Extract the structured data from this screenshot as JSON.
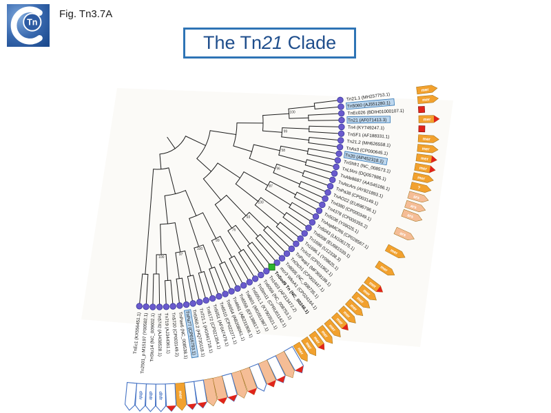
{
  "header": {
    "fig_label": "Fig. Tn3.7A"
  },
  "logo": {
    "tn": "Tn"
  },
  "title": {
    "pre": "The Tn",
    "italic": "21",
    "post": " Clade"
  },
  "tree": {
    "tip_color": "#6A5ACD",
    "square_color": "#2EB52E",
    "highlight_fill": "#BDD7EE",
    "highlight_border": "#2E74B5",
    "colors": {
      "mer": "#F2A12E",
      "ars": "#F5BD96",
      "red": "#E0241B",
      "outline": "#4472C4"
    },
    "support_values": [
      "100",
      "99",
      "58",
      "96",
      "87",
      "100",
      "93",
      "76",
      "99",
      "100",
      "97",
      "100"
    ],
    "taxa": [
      {
        "label": "Tn21.1 (MH257753.1)",
        "highlight": false,
        "bold": false,
        "marker": "circle",
        "cargo": {
          "kind": "mer",
          "label": "mer",
          "red_tip": false
        }
      },
      {
        "label": "Tn5060 (AJ551280.1)",
        "highlight": true,
        "bold": false,
        "marker": "circle",
        "cargo": {
          "kind": "mer",
          "label": "mer",
          "red_tip": false
        }
      },
      {
        "label": "TnEc026 (BDIH01000107.1)",
        "highlight": false,
        "bold": false,
        "marker": "circle",
        "cargo": {
          "kind": "red-box",
          "label": "",
          "red_tip": false
        }
      },
      {
        "label": "Tn21 (AF071413.3)",
        "highlight": true,
        "bold": false,
        "marker": "circle",
        "cargo": {
          "kind": "mer",
          "label": "mer",
          "red_tip": true
        }
      },
      {
        "label": "Tn4 (KY749247.1)",
        "highlight": false,
        "bold": false,
        "marker": "circle",
        "cargo": {
          "kind": "red-box",
          "label": "",
          "red_tip": false
        }
      },
      {
        "label": "TnSF1 (AF188331.1)",
        "highlight": false,
        "bold": false,
        "marker": "circle",
        "cargo": {
          "kind": "mer",
          "label": "mer",
          "red_tip": false
        }
      },
      {
        "label": "Tn21.2 (MH626558.1)",
        "highlight": false,
        "bold": false,
        "marker": "circle",
        "cargo": {
          "kind": "mer",
          "label": "mer",
          "red_tip": false
        }
      },
      {
        "label": "TnAs3 (CP000645.1)",
        "highlight": false,
        "bold": false,
        "marker": "circle",
        "cargo": {
          "kind": "mer",
          "label": "mer",
          "red_tip": true
        }
      },
      {
        "label": "Tn20 (AP452318.1)",
        "highlight": true,
        "bold": false,
        "marker": "circle",
        "cargo": {
          "kind": "mer",
          "label": "mer",
          "red_tip": true
        }
      },
      {
        "label": "TnShfr1 (NC_008573.1)",
        "highlight": false,
        "bold": false,
        "marker": "circle",
        "cargo": {
          "kind": "mer",
          "label": "mer",
          "red_tip": false
        }
      },
      {
        "label": "TnLfArs (DQ057986.1)",
        "highlight": false,
        "bold": false,
        "marker": "circle",
        "cargo": {
          "kind": "question",
          "label": "?",
          "red_tip": false
        }
      },
      {
        "label": "TnAfe8687 (AAS45186.1)",
        "highlight": false,
        "bold": false,
        "marker": "circle",
        "cargo": {
          "kind": "ars",
          "label": "ars",
          "red_tip": false
        }
      },
      {
        "label": "TnAtcArs (AY821893.1)",
        "highlight": false,
        "bold": false,
        "marker": "circle",
        "cargo": {
          "kind": "ars",
          "label": "ars",
          "red_tip": false
        }
      },
      {
        "label": "TnPa38 (CP003149.1)",
        "highlight": false,
        "bold": false,
        "marker": "circle",
        "cargo": {
          "kind": "ars",
          "label": "ars",
          "red_tip": false
        }
      },
      {
        "label": "TnAO22 (EU696796.1)",
        "highlight": false,
        "bold": false,
        "marker": "circle",
        "cargo": {
          "kind": "none",
          "label": "",
          "red_tip": false
        }
      },
      {
        "label": "Tn4380 (CP000349.1)",
        "highlight": false,
        "bold": false,
        "marker": "circle",
        "cargo": {
          "kind": "ars",
          "label": "ars",
          "red_tip": false
        }
      },
      {
        "label": "Tn4378 (CP000355.2)",
        "highlight": false,
        "bold": false,
        "marker": "circle",
        "cargo": {
          "kind": "none",
          "label": "",
          "red_tip": false
        }
      },
      {
        "label": "Tn5036 (Y09025.1)",
        "highlight": false,
        "bold": false,
        "marker": "circle",
        "cargo": {
          "kind": "mer",
          "label": "mer",
          "red_tip": false
        }
      },
      {
        "label": "TnAspMCR6 (CP028567.1)",
        "highlight": false,
        "bold": false,
        "marker": "circle",
        "cargo": {
          "kind": "none",
          "label": "",
          "red_tip": false
        }
      },
      {
        "label": "Tn5043 (LN106175.1)",
        "highlight": false,
        "bold": false,
        "marker": "circle",
        "cargo": {
          "kind": "mer",
          "label": "mer",
          "red_tip": false
        }
      },
      {
        "label": "Tn6008 (EU981539.1)",
        "highlight": false,
        "bold": false,
        "marker": "circle",
        "cargo": {
          "kind": "none",
          "label": "",
          "red_tip": false
        }
      },
      {
        "label": "Tn1696 (U12338.3)",
        "highlight": false,
        "bold": false,
        "marker": "circle",
        "cargo": {
          "kind": "mer",
          "label": "mer",
          "red_tip": true
        }
      },
      {
        "label": "Tn1696.1 (Y09825.1)",
        "highlight": false,
        "bold": false,
        "marker": "circle",
        "cargo": {
          "kind": "mer",
          "label": "mer",
          "red_tip": false
        }
      },
      {
        "label": "TnXc5 (CP011962.1)",
        "highlight": false,
        "bold": false,
        "marker": "circle",
        "cargo": {
          "kind": "mer",
          "label": "mer",
          "red_tip": false
        }
      },
      {
        "label": "TnPasp1 (MF369199.1)",
        "highlight": false,
        "bold": false,
        "marker": "circle",
        "cargo": {
          "kind": "mer",
          "label": "mer",
          "red_tip": false
        }
      },
      {
        "label": "TnOtch1 (CP002447.1)",
        "highlight": false,
        "bold": false,
        "marker": "circle",
        "cargo": {
          "kind": "mer",
          "label": "mer",
          "red_tip": false
        }
      },
      {
        "label": "Tn6005 (NC_008735.1)",
        "highlight": false,
        "bold": false,
        "marker": "circle",
        "cargo": {
          "kind": "mer",
          "label": "mer",
          "red_tip": true
        }
      },
      {
        "label": "mcr3 WksA1 (CP024164.1)",
        "highlight": false,
        "bold": false,
        "marker": "circle",
        "cargo": {
          "kind": "mer",
          "label": "mer",
          "red_tip": false
        }
      },
      {
        "label": "TnSod9 Tn (NC_00246.1)",
        "highlight": false,
        "bold": true,
        "marker": "square",
        "cargo": {
          "kind": "mer",
          "label": "mer",
          "red_tip": false
        }
      },
      {
        "label": "Tn1403 (AF313472.2)",
        "highlight": false,
        "bold": false,
        "marker": "circle",
        "cargo": {
          "kind": "mer",
          "label": "mer",
          "red_tip": true
        }
      },
      {
        "label": "Tn6059 (NC_008753.1)",
        "highlight": false,
        "bold": false,
        "marker": "circle",
        "cargo": {
          "kind": "mer",
          "label": "mer",
          "red_tip": false
        }
      },
      {
        "label": "TnStm11 (CPRU01142.1)",
        "highlight": false,
        "bold": false,
        "marker": "circle",
        "cargo": {
          "kind": "mer",
          "label": "mer",
          "red_tip": false
        }
      },
      {
        "label": "Tn5051.1 (KY903521.1)",
        "highlight": false,
        "bold": false,
        "marker": "circle",
        "cargo": {
          "kind": "white",
          "label": "",
          "red_tip": true
        }
      },
      {
        "label": "Tn6601 (MG551987.1)",
        "highlight": false,
        "bold": false,
        "marker": "circle",
        "cargo": {
          "kind": "ars",
          "label": "",
          "red_tip": false
        }
      },
      {
        "label": "Tn6558 (EF138817.1)",
        "highlight": false,
        "bold": false,
        "marker": "circle",
        "cargo": {
          "kind": "white",
          "label": "",
          "red_tip": true
        }
      },
      {
        "label": "Tn4661 (AB231906.1)",
        "highlight": false,
        "bold": false,
        "marker": "circle",
        "cargo": {
          "kind": "ars",
          "label": "",
          "red_tip": true
        }
      },
      {
        "label": "Tn6054 (AB208061.1)",
        "highlight": false,
        "bold": false,
        "marker": "circle",
        "cargo": {
          "kind": "white",
          "label": "",
          "red_tip": false
        }
      },
      {
        "label": "Tn6510 (CP022271.1)",
        "highlight": false,
        "bold": false,
        "marker": "circle",
        "cargo": {
          "kind": "ars",
          "label": "",
          "red_tip": true
        }
      },
      {
        "label": "Tn5051 (AF047479.1)",
        "highlight": false,
        "bold": false,
        "marker": "circle",
        "cargo": {
          "kind": "ars",
          "label": "",
          "red_tip": false
        }
      },
      {
        "label": "Tn6172 (CP021354.1)",
        "highlight": false,
        "bold": false,
        "marker": "circle",
        "cargo": {
          "kind": "white",
          "label": "",
          "red_tip": true
        }
      },
      {
        "label": "Tn721.1 (HG941718.1)",
        "highlight": false,
        "bold": false,
        "marker": "circle",
        "cargo": {
          "kind": "ars",
          "label": "",
          "red_tip": true
        }
      },
      {
        "label": "Tn5060.2 (HQ730118.1)",
        "highlight": false,
        "bold": false,
        "marker": "circle",
        "cargo": {
          "kind": "ars",
          "label": "",
          "red_tip": false
        }
      },
      {
        "label": "TnPa77 (CP016793.1)",
        "highlight": true,
        "bold": false,
        "marker": "circle",
        "cargo": {
          "kind": "white",
          "label": "",
          "red_tip": true
        }
      },
      {
        "label": "TnPae6 (NC_008538.1)",
        "highlight": false,
        "bold": false,
        "marker": "circle",
        "cargo": {
          "kind": "white",
          "label": "",
          "red_tip": true
        }
      },
      {
        "label": "Tn5720 (CP003149.2)",
        "highlight": false,
        "bold": false,
        "marker": "circle",
        "cargo": {
          "kind": "mer",
          "label": "mer",
          "red_tip": false
        }
      },
      {
        "label": "Tn719 (AJ344361.1)",
        "highlight": false,
        "bold": false,
        "marker": "circle",
        "cargo": {
          "kind": "white",
          "label": "",
          "red_tip": true
        }
      },
      {
        "label": "Tn5742 (AJ438528.1)",
        "highlight": false,
        "bold": false,
        "marker": "circle",
        "cargo": {
          "kind": "dhfr",
          "label": "dhfr",
          "red_tip": false
        }
      },
      {
        "label": "TnStu14 (NC_009002.1)",
        "highlight": false,
        "bold": false,
        "marker": "circle",
        "cargo": {
          "kind": "dhfr",
          "label": "dhfr",
          "red_tip": false
        }
      },
      {
        "label": "Tn2501_p M15197 (Y00502.1)",
        "highlight": false,
        "bold": false,
        "marker": "circle",
        "cargo": {
          "kind": "dhfr",
          "label": "dhfr",
          "red_tip": false
        }
      },
      {
        "label": "TnEc1 (KX556451.1)",
        "highlight": false,
        "bold": false,
        "marker": "circle",
        "cargo": {
          "kind": "white",
          "label": "",
          "red_tip": false
        }
      }
    ]
  }
}
